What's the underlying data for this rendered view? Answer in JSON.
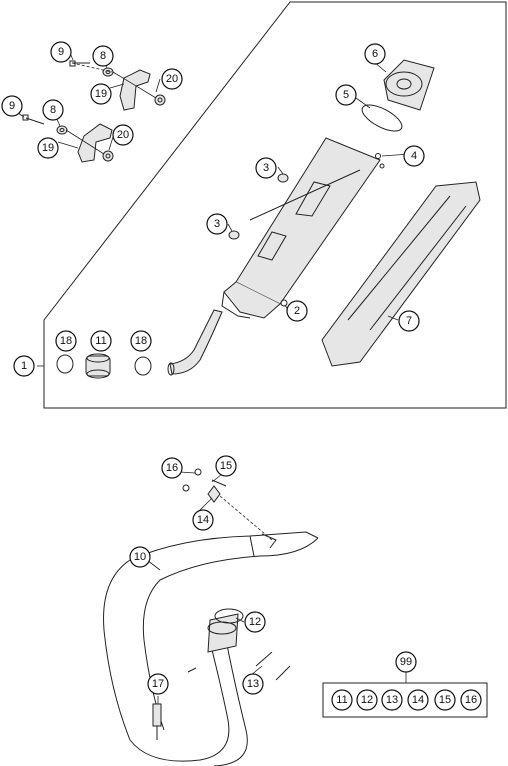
{
  "callouts": {
    "c1": "1",
    "c2": "2",
    "c3a": "3",
    "c3b": "3",
    "c4": "4",
    "c5": "5",
    "c6": "6",
    "c7": "7",
    "c8a": "8",
    "c8b": "8",
    "c9a": "9",
    "c9b": "9",
    "c10": "10",
    "c11": "11",
    "c12": "12",
    "c13": "13",
    "c14": "14",
    "c15": "15",
    "c16": "16",
    "c17": "17",
    "c18a": "18",
    "c18b": "18",
    "c19a": "19",
    "c19b": "19",
    "c20a": "20",
    "c20b": "20",
    "c99": "99"
  },
  "kit_99": [
    "11",
    "12",
    "13",
    "14",
    "15",
    "16"
  ],
  "colors": {
    "line": "#222222",
    "fill": "#e6e6e6",
    "background": "#ffffff"
  }
}
